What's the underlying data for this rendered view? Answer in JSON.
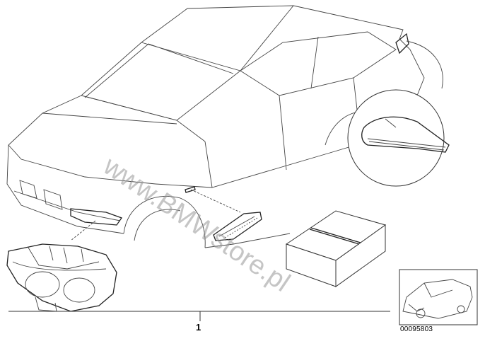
{
  "diagram": {
    "part_callout": "1",
    "image_code": "00095803",
    "watermark": "www.BMWstore.pl"
  },
  "colors": {
    "line": "#444444",
    "watermark": "#969696",
    "background": "#ffffff"
  }
}
